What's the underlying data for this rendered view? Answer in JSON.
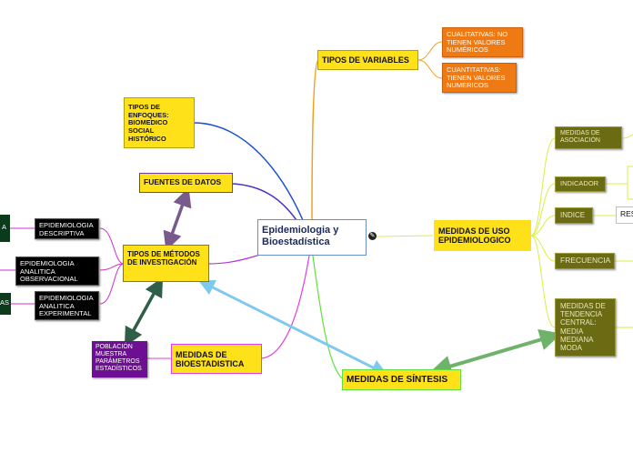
{
  "central": "Epidemiologia y Bioestadística",
  "central_icon": "link-icon",
  "tipos_variables": "TIPOS DE VARIABLES",
  "cualitativas": "CUALITATIVAS: NO TIENEN VALORES NUMÉRICOS",
  "cuantitativas": "CUANTITATIVAS: TIENEN VALORES NUMERICOS",
  "tipos_enfoques": "TIPOS DE ENFOQUES: BIOMEDICO SOCIAL HISTÓRICO",
  "fuentes_datos": "FUENTES DE DATOS",
  "tipos_metodos": "TIPOS DE MÉTODOS DE INVESTIGACIÓN",
  "epi_descriptiva": "EPIDEMIOLOGIA DESCRIPTIVA",
  "epi_analitica_obs": "EPIDEMIOLOGIA ANALITICA OBSERVACIONAL",
  "epi_analitica_exp": "EPIDEMIOLOGIA ANALITICA EXPERIMENTAL",
  "left_cut_1": "A",
  "left_cut_2": "AS",
  "medidas_uso": "MEDIDAS DE USO EPIDEMIOLOGICO",
  "medidas_asociacion": "MEDIDAS DE ASOCIACIÓN",
  "indicador": "INDICADOR",
  "indice": "INDICE",
  "res_cut": "RES",
  "frecuencia": "FRECUENCIA",
  "tendencia_central": "MEDIDAS DE TENDENCIA CENTRAL: MEDIA MEDIANA MODA",
  "medidas_sintesis": "MEDIDAS DE SÍNTESIS",
  "medidas_bioestadistica": "MEDIDAS DE BIOESTADISTICA",
  "poblacion": "POBLACIÓN MUESTRA PARÁMETROS ESTADÍSTICOS",
  "colors": {
    "yellow": "#ffe11a",
    "orange": "#ef7a14",
    "black": "#000000",
    "dark_green": "#0b3a1c",
    "olive": "#6b6b14",
    "purple": "#6e0f93",
    "link_blue": "#1a4fd6",
    "link_orange": "#f0a020",
    "link_green": "#5fe03c",
    "link_magenta": "#e040e0",
    "arrow_purple": "#7a5a8c",
    "arrow_green": "#2f5f48",
    "arrow_lightblue": "#7fc8ee",
    "arrow_lightgreen": "#6fb36a"
  }
}
